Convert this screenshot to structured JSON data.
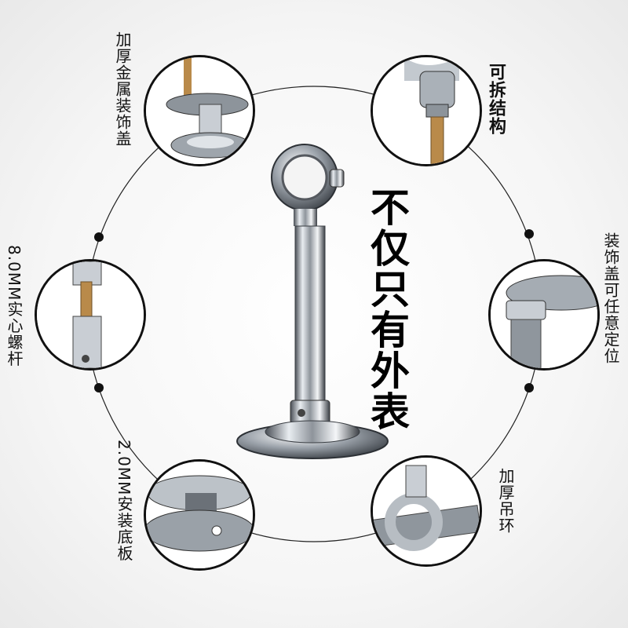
{
  "headline": "不仅只有外表",
  "features": {
    "thick_metal_cover": "加厚金属装饰盖",
    "detachable": "可拆结构",
    "solid_rod": "8.0MM实心螺杆",
    "cover_positioning": "装饰盖可任意定位",
    "base_plate": "2.0MM安装底板",
    "thick_ring": "加厚吊环"
  },
  "colors": {
    "chrome": "#c9ced4",
    "brass": "#b98a4a",
    "outline": "#111111"
  }
}
